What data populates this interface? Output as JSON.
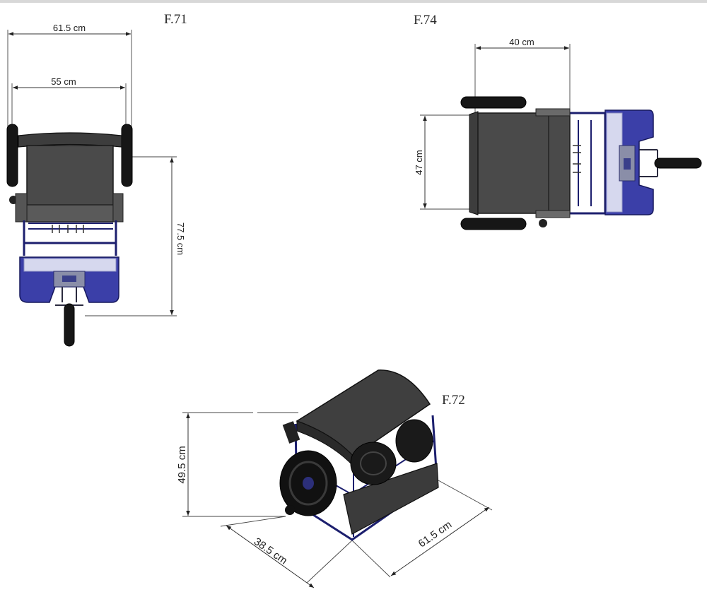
{
  "figures": {
    "top_view": {
      "label": "F.71",
      "overall_width": "61.5 cm",
      "wheel_width": "55 cm",
      "length": "77.5 cm"
    },
    "side_view": {
      "label": "F.74",
      "seat_depth": "40 cm",
      "seat_width": "47 cm"
    },
    "folded_view": {
      "label": "F.72",
      "height": "49.5 cm",
      "depth": "38.5 cm",
      "length": "61.5 cm"
    }
  },
  "colors": {
    "frame": "#1c1f6e",
    "plate": "#3b3fa8",
    "seat": "#4a4a4a",
    "tire": "#161616",
    "background": "#ffffff"
  }
}
